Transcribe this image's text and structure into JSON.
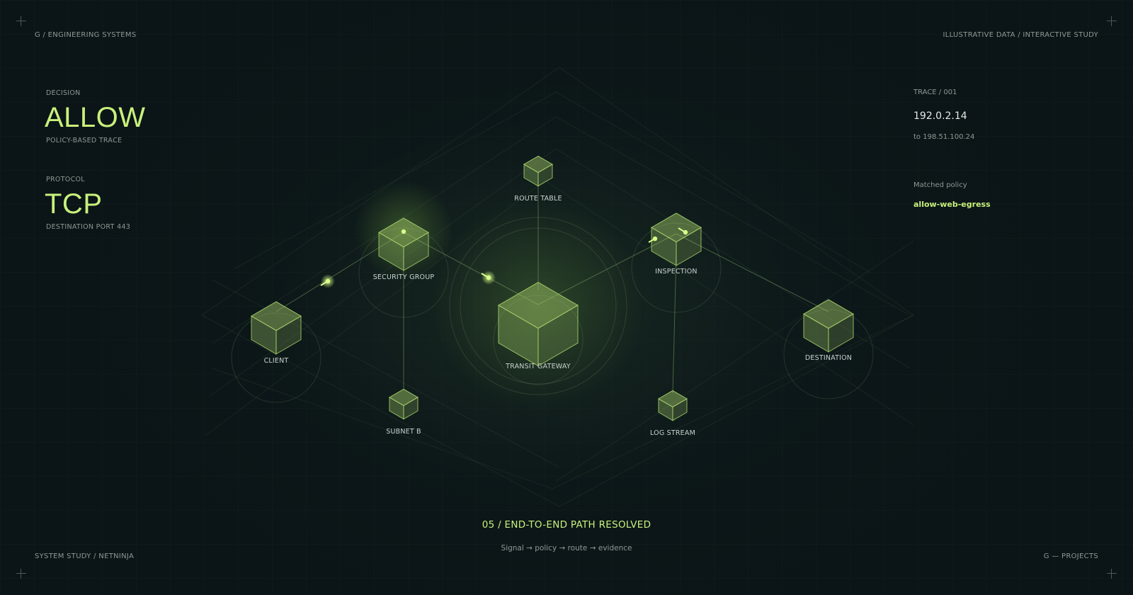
{
  "header": {
    "brand": "G / ENGINEERING SYSTEMS",
    "top_right": "ILLUSTRATIVE DATA  /  INTERACTIVE STUDY"
  },
  "left_panel": {
    "decision_label": "DECISION",
    "decision_value": "ALLOW",
    "decision_sub": "POLICY-BASED TRACE",
    "protocol_label": "PROTOCOL",
    "protocol_value": "TCP",
    "protocol_sub": "DESTINATION PORT 443"
  },
  "right_panel": {
    "trace_label": "TRACE  /  001",
    "source_ip": "192.0.2.14",
    "dest_line": "to 198.51.100.24",
    "matched_label": "Matched policy",
    "matched_value": "allow-web-egress"
  },
  "diagram": {
    "nodes": [
      {
        "id": "client",
        "label": "CLIENT"
      },
      {
        "id": "security-group",
        "label": "SECURITY GROUP"
      },
      {
        "id": "route-table",
        "label": "ROUTE TABLE"
      },
      {
        "id": "transit-gateway",
        "label": "TRANSIT GATEWAY"
      },
      {
        "id": "inspection",
        "label": "INSPECTION"
      },
      {
        "id": "destination",
        "label": "DESTINATION"
      },
      {
        "id": "subnet-b",
        "label": "SUBNET B"
      },
      {
        "id": "log-stream",
        "label": "LOG STREAM"
      }
    ],
    "accent_color": "#c8f07c",
    "node_color": "#a6cf6a"
  },
  "footer": {
    "title": "05 / END-TO-END PATH RESOLVED",
    "subtitle": "Signal → policy → route → evidence",
    "bottom_left": "SYSTEM STUDY / NETNINJA",
    "bottom_right": "G — PROJECTS"
  }
}
